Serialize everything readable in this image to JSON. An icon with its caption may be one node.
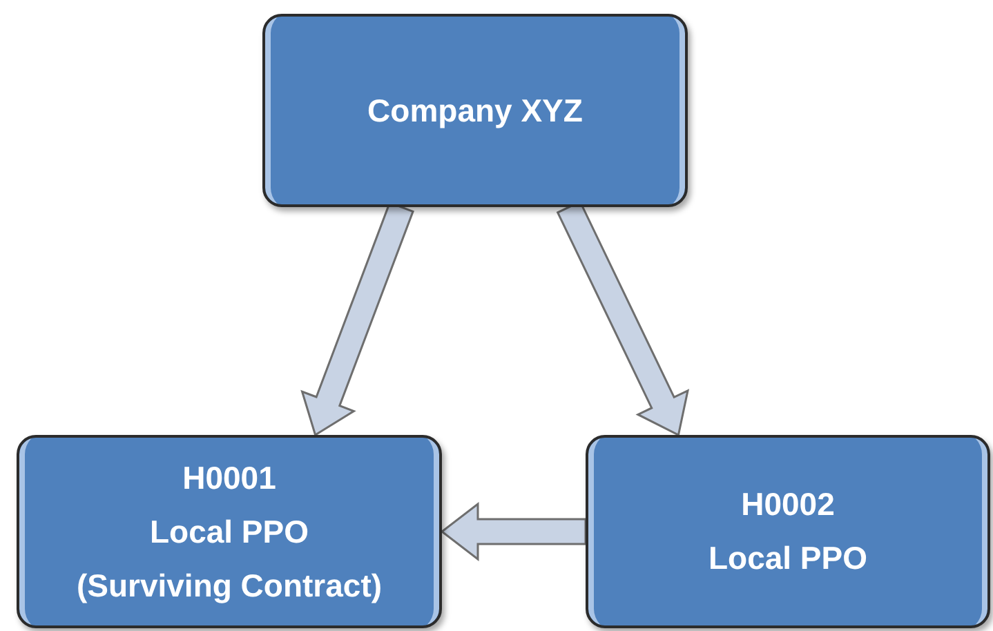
{
  "diagram": {
    "nodes": [
      {
        "text": [
          "Company XYZ"
        ]
      },
      {
        "text": [
          "H0001",
          "Local PPO",
          "(Surviving Contract)"
        ]
      },
      {
        "text": [
          "H0002",
          "Local PPO"
        ]
      }
    ],
    "edges": [
      {
        "from": 0,
        "to": 1,
        "arrow": "to"
      },
      {
        "from": 0,
        "to": 2,
        "arrow": "to"
      },
      {
        "from": 2,
        "to": 1,
        "arrow": "to"
      }
    ]
  }
}
